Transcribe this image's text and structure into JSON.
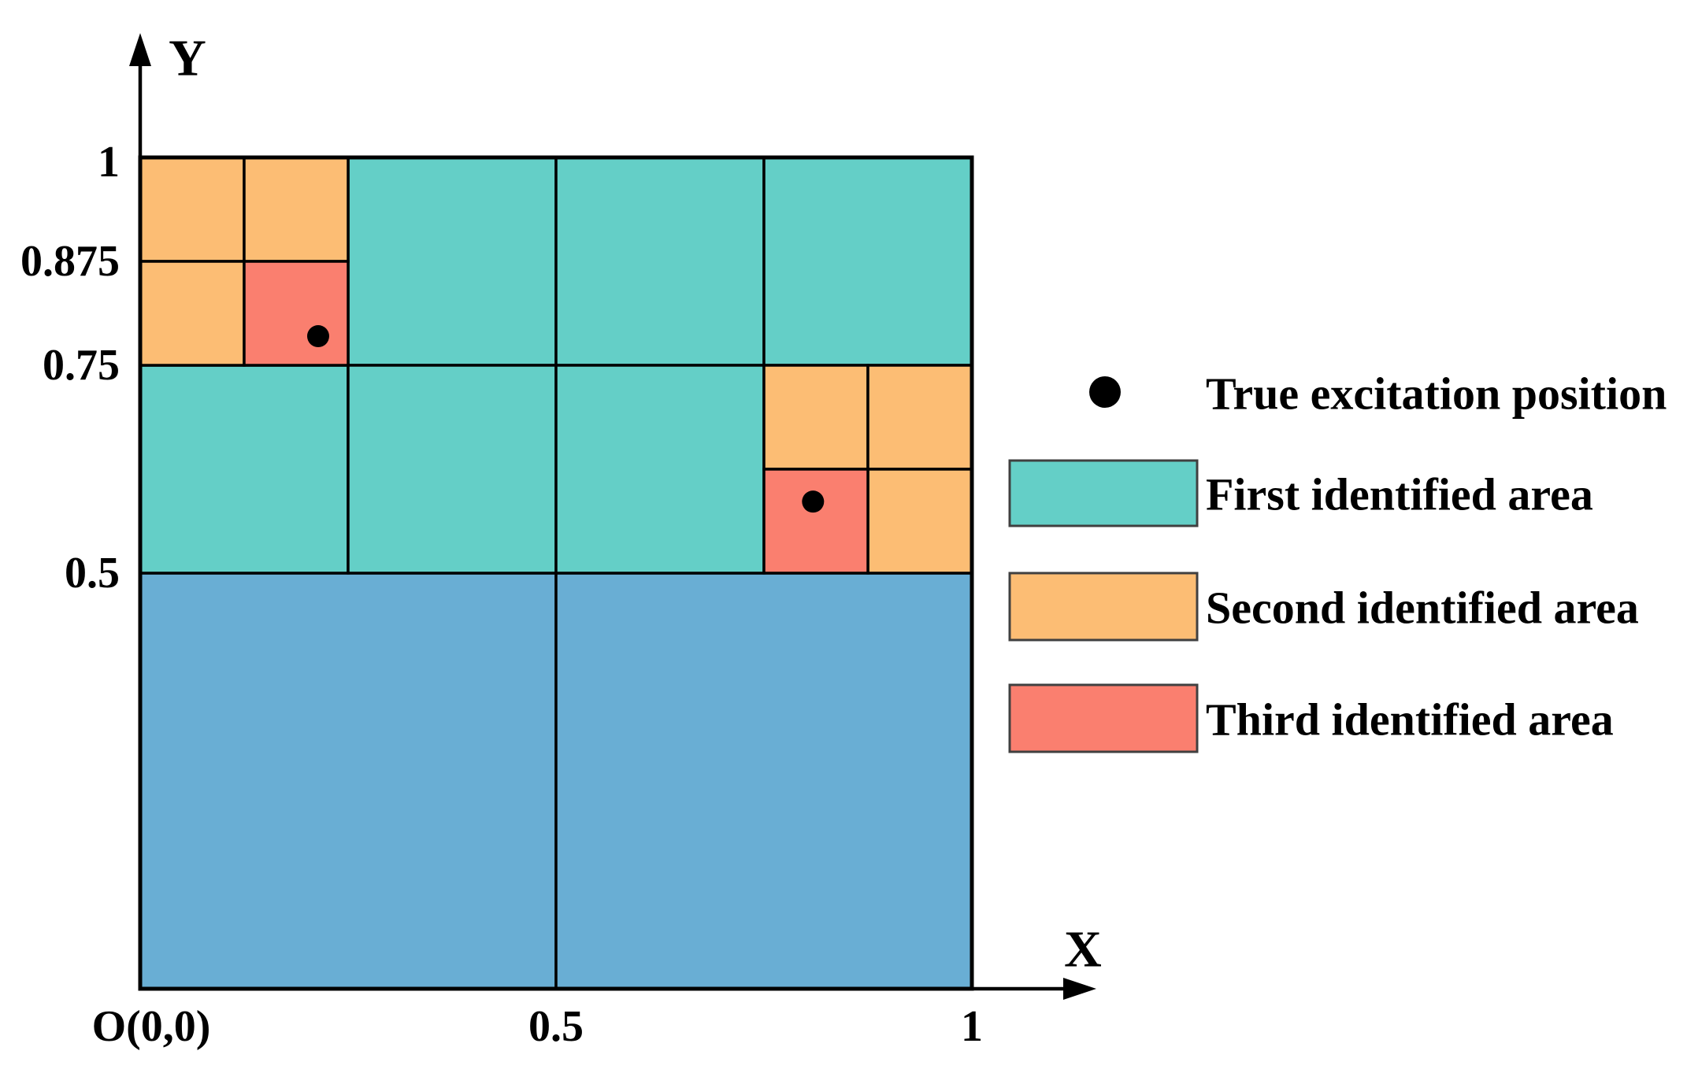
{
  "colors": {
    "first": "#64CFC7",
    "second": "#FCBD74",
    "third": "#FA7F6F",
    "remaining": "#69AED4",
    "marker": "#000000",
    "line": "#000000"
  },
  "axis": {
    "x_label": "X",
    "y_label": "Y",
    "origin_label": "O(0,0)",
    "x_ticks": [
      {
        "value": 0.5,
        "label": "0.5"
      },
      {
        "value": 1,
        "label": "1"
      }
    ],
    "y_ticks": [
      {
        "value": 1,
        "label": "1"
      },
      {
        "value": 0.875,
        "label": "0.875"
      },
      {
        "value": 0.75,
        "label": "0.75"
      },
      {
        "value": 0.5,
        "label": "0.5"
      }
    ]
  },
  "legend": {
    "items": [
      {
        "marker": "dot",
        "label": "True excitation position"
      },
      {
        "marker": "first",
        "label": "First identified area"
      },
      {
        "marker": "second",
        "label": "Second identified area"
      },
      {
        "marker": "third",
        "label": "Third identified area"
      }
    ]
  },
  "chart_data": {
    "type": "area",
    "title": "",
    "xlabel": "X",
    "ylabel": "Y",
    "xlim": [
      0,
      1
    ],
    "ylim": [
      0,
      1
    ],
    "grid": false,
    "legend_position": "right",
    "regions": [
      {
        "area": "remaining",
        "x0": 0,
        "y0": 0,
        "x1": 0.5,
        "y1": 0.5
      },
      {
        "area": "remaining",
        "x0": 0.5,
        "y0": 0,
        "x1": 1,
        "y1": 0.5
      },
      {
        "area": "first",
        "x0": 0.25,
        "y0": 0.75,
        "x1": 0.5,
        "y1": 1
      },
      {
        "area": "first",
        "x0": 0.5,
        "y0": 0.75,
        "x1": 0.75,
        "y1": 1
      },
      {
        "area": "first",
        "x0": 0.75,
        "y0": 0.75,
        "x1": 1,
        "y1": 1
      },
      {
        "area": "first",
        "x0": 0,
        "y0": 0.5,
        "x1": 0.25,
        "y1": 0.75
      },
      {
        "area": "first",
        "x0": 0.25,
        "y0": 0.5,
        "x1": 0.5,
        "y1": 0.75
      },
      {
        "area": "first",
        "x0": 0.5,
        "y0": 0.5,
        "x1": 0.75,
        "y1": 0.75
      },
      {
        "area": "second",
        "x0": 0,
        "y0": 0.875,
        "x1": 0.125,
        "y1": 1
      },
      {
        "area": "second",
        "x0": 0.125,
        "y0": 0.875,
        "x1": 0.25,
        "y1": 1
      },
      {
        "area": "second",
        "x0": 0,
        "y0": 0.75,
        "x1": 0.125,
        "y1": 0.875
      },
      {
        "area": "second",
        "x0": 0.75,
        "y0": 0.625,
        "x1": 0.875,
        "y1": 0.75
      },
      {
        "area": "second",
        "x0": 0.875,
        "y0": 0.625,
        "x1": 1,
        "y1": 0.75
      },
      {
        "area": "second",
        "x0": 0.875,
        "y0": 0.5,
        "x1": 1,
        "y1": 0.625
      },
      {
        "area": "third",
        "x0": 0.125,
        "y0": 0.75,
        "x1": 0.25,
        "y1": 0.875
      },
      {
        "area": "third",
        "x0": 0.75,
        "y0": 0.5,
        "x1": 0.875,
        "y1": 0.625
      }
    ],
    "points": [
      {
        "x": 0.214,
        "y": 0.785
      },
      {
        "x": 0.809,
        "y": 0.586
      }
    ]
  }
}
